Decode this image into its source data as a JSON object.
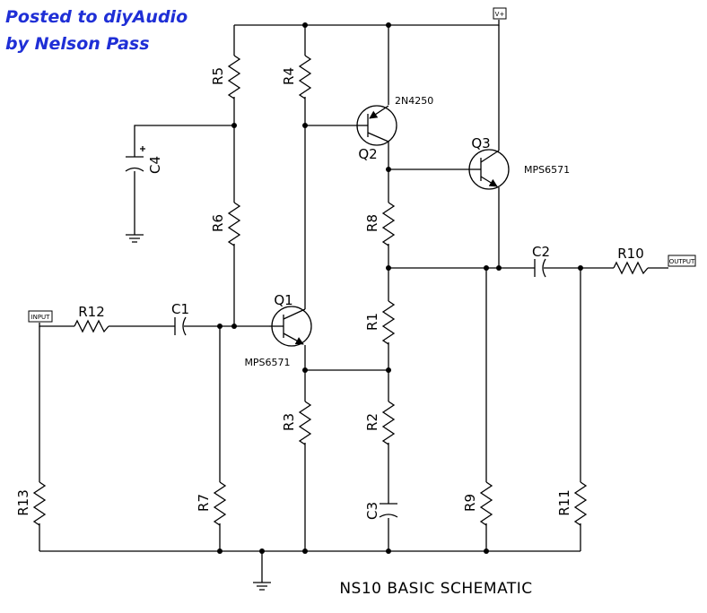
{
  "credit": {
    "line1": "Posted to diyAudio",
    "line2": "by Nelson Pass"
  },
  "title": "NS10 BASIC SCHEMATIC",
  "ports": {
    "vplus": "V+",
    "input": "INPUT",
    "output": "OUTPUT"
  },
  "components": {
    "R1": "R1",
    "R2": "R2",
    "R3": "R3",
    "R4": "R4",
    "R5": "R5",
    "R6": "R6",
    "R7": "R7",
    "R8": "R8",
    "R9": "R9",
    "R10": "R10",
    "R11": "R11",
    "R12": "R12",
    "R13": "R13",
    "C1": "C1",
    "C2": "C2",
    "C3": "C3",
    "C4": "C4",
    "Q1": "Q1",
    "Q2": "Q2",
    "Q3": "Q3"
  },
  "part_numbers": {
    "Q1": "MPS6571",
    "Q2": "2N4250",
    "Q3": "MPS6571"
  },
  "colors": {
    "credit": "#1f2fd6",
    "ink": "#000000",
    "background": "#ffffff"
  }
}
